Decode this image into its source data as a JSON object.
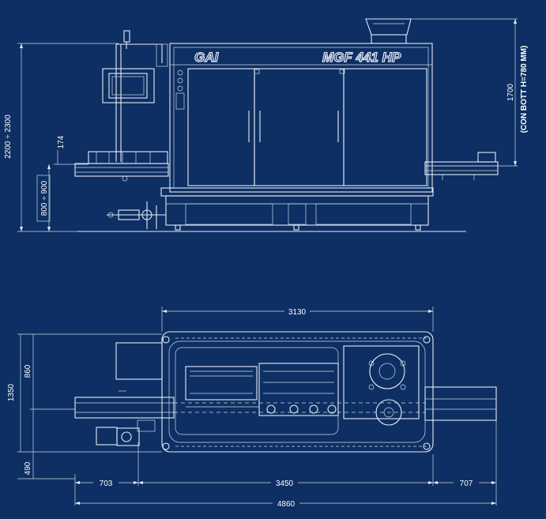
{
  "brand": {
    "logo": "GAI",
    "model": "MGF 441 HP"
  },
  "side_view": {
    "dims": {
      "total_height": "2200 ÷ 2300",
      "hopper_height": "1700",
      "hopper_note": "(CON BOTT H=780 MM)",
      "conveyor_offset": "174",
      "conveyor_height": "800 ÷ 900"
    }
  },
  "top_view": {
    "dims": {
      "machine_width": "3130",
      "depth_total": "1350",
      "depth_upper": "860",
      "depth_lower": "490",
      "infeed": "703",
      "body": "3450",
      "outfeed": "707",
      "overall": "4860"
    }
  }
}
